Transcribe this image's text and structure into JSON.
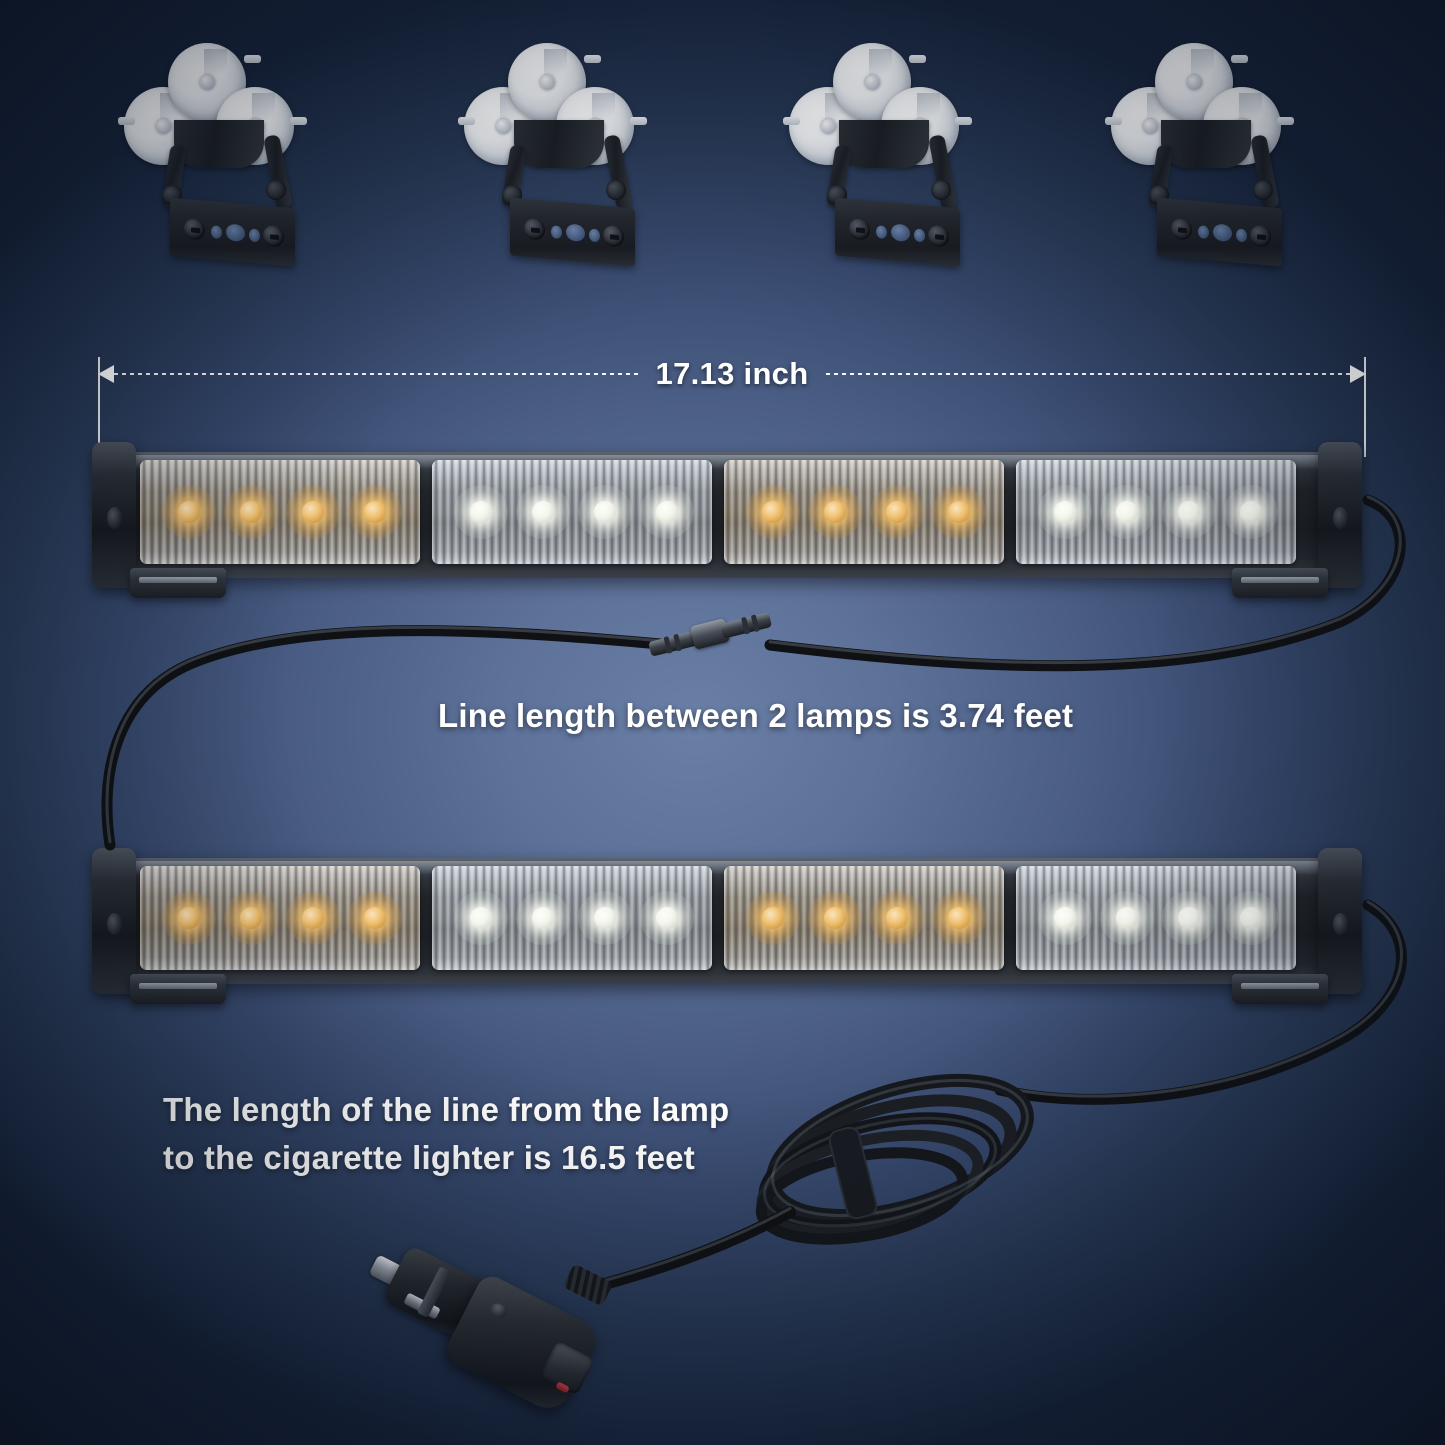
{
  "meta": {
    "subject": "LED traffic advisor strobe light bar kit",
    "background_top_color": "#213252",
    "background_center_color": "#5d7199",
    "background_bottom_color": "#16233a"
  },
  "dimension": {
    "label": "17.13 inch",
    "left_arrow": "arrow-left-icon",
    "right_arrow": "arrow-right-icon"
  },
  "captions": {
    "middle": "Line length between 2 lamps is 3.74 feet",
    "bottom": "The length of the line from the lamp\nto the cigarette lighter is 16.5 feet"
  },
  "brackets": {
    "count": 4,
    "cups_per_bracket": 3,
    "items": [
      {
        "name": "suction-bracket-1"
      },
      {
        "name": "suction-bracket-2"
      },
      {
        "name": "suction-bracket-3"
      },
      {
        "name": "suction-bracket-4"
      }
    ]
  },
  "lightbars": [
    {
      "name": "light-bar-top",
      "modules": [
        {
          "color": "amber",
          "leds": 4
        },
        {
          "color": "white",
          "leds": 4
        },
        {
          "color": "amber",
          "leds": 4
        },
        {
          "color": "white",
          "leds": 4
        }
      ]
    },
    {
      "name": "light-bar-bottom",
      "modules": [
        {
          "color": "amber",
          "leds": 4
        },
        {
          "color": "white",
          "leds": 4
        },
        {
          "color": "amber",
          "leds": 4
        },
        {
          "color": "white",
          "leds": 4
        }
      ]
    }
  ],
  "colors": {
    "amber_led": "#e8b45a",
    "white_led": "#f6f8ee",
    "housing": "#22262c",
    "cable": "#16181c",
    "text": "#ffffff"
  },
  "parts": {
    "connector": "barrel-connector",
    "plug": "cigarette-lighter-plug",
    "coil": "coiled-cable-bundle"
  }
}
